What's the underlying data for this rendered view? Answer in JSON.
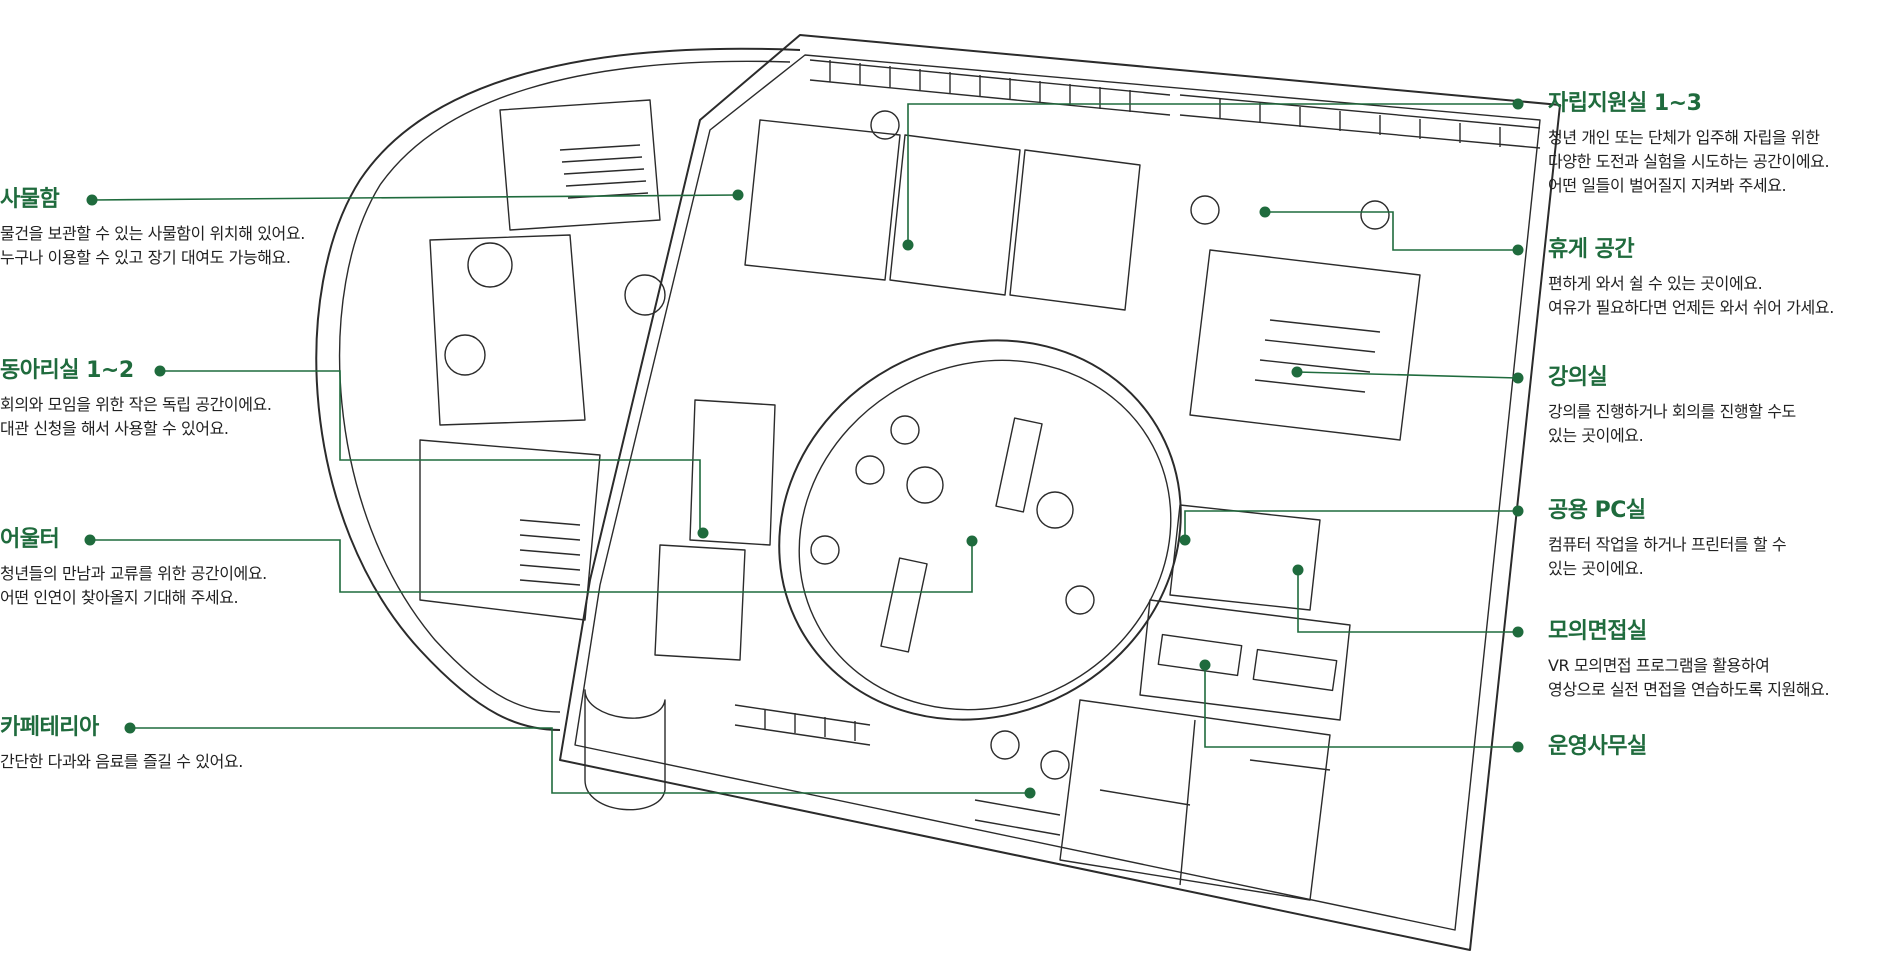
{
  "accent_color": "#1f6b3d",
  "line_color": "#333333",
  "left_labels": [
    {
      "id": "locker",
      "title": "사물함",
      "desc": [
        "물건을 보관할 수 있는 사물함이 위치해 있어요.",
        "누구나 이용할 수 있고 장기 대여도 가능해요."
      ]
    },
    {
      "id": "club",
      "title": "동아리실 1~2",
      "desc": [
        "회의와 모임을 위한 작은 독립 공간이에요.",
        "대관 신청을 해서 사용할 수 있어요."
      ]
    },
    {
      "id": "lounge",
      "title": "어울터",
      "desc": [
        "청년들의 만남과 교류를 위한 공간이에요.",
        "어떤 인연이 찾아올지 기대해 주세요."
      ]
    },
    {
      "id": "cafeteria",
      "title": "카페테리아",
      "desc": [
        "간단한 다과와 음료를 즐길 수 있어요."
      ]
    }
  ],
  "right_labels": [
    {
      "id": "independence",
      "title": "자립지원실 1~3",
      "desc": [
        "청년 개인 또는 단체가 입주해 자립을 위한",
        "다양한 도전과 실험을 시도하는 공간이에요.",
        "어떤 일들이 벌어질지 지켜봐 주세요."
      ]
    },
    {
      "id": "rest",
      "title": "휴게 공간",
      "desc": [
        "편하게 와서 쉴 수 있는 곳이에요.",
        "여유가 필요하다면 언제든 와서 쉬어 가세요."
      ]
    },
    {
      "id": "lecture",
      "title": "강의실",
      "desc": [
        "강의를 진행하거나 회의를 진행할 수도",
        "있는 곳이에요."
      ]
    },
    {
      "id": "pc",
      "title": "공용 PC실",
      "desc": [
        "컴퓨터 작업을 하거나 프린터를 할 수",
        "있는 곳이에요."
      ]
    },
    {
      "id": "interview",
      "title": "모의면접실",
      "desc": [
        "VR 모의면접 프로그램을 활용하여",
        "영상으로 실전 면접을 연습하도록 지원해요."
      ]
    },
    {
      "id": "office",
      "title": "운영사무실",
      "desc": []
    }
  ]
}
